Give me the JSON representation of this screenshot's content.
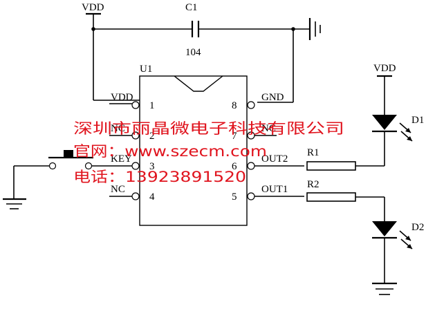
{
  "power_labels": {
    "vdd_top": "VDD",
    "vdd_led": "VDD"
  },
  "capacitor": {
    "ref": "C1",
    "value": "104"
  },
  "ic": {
    "ref": "U1",
    "pins": [
      {
        "num": "1",
        "name": "VDD"
      },
      {
        "num": "2",
        "name": "NC"
      },
      {
        "num": "3",
        "name": "KEY"
      },
      {
        "num": "4",
        "name": "NC"
      },
      {
        "num": "5",
        "name": "OUT1"
      },
      {
        "num": "6",
        "name": "OUT2"
      },
      {
        "num": "7",
        "name": "NC"
      },
      {
        "num": "8",
        "name": "GND"
      }
    ]
  },
  "resistors": [
    {
      "ref": "R1"
    },
    {
      "ref": "R2"
    }
  ],
  "leds": [
    {
      "ref": "D1"
    },
    {
      "ref": "D2"
    }
  ],
  "watermark": {
    "company": "深圳市丽晶微电子科技有限公司",
    "website": "官网：www.szecm.com",
    "phone": "电话：13923891520"
  }
}
